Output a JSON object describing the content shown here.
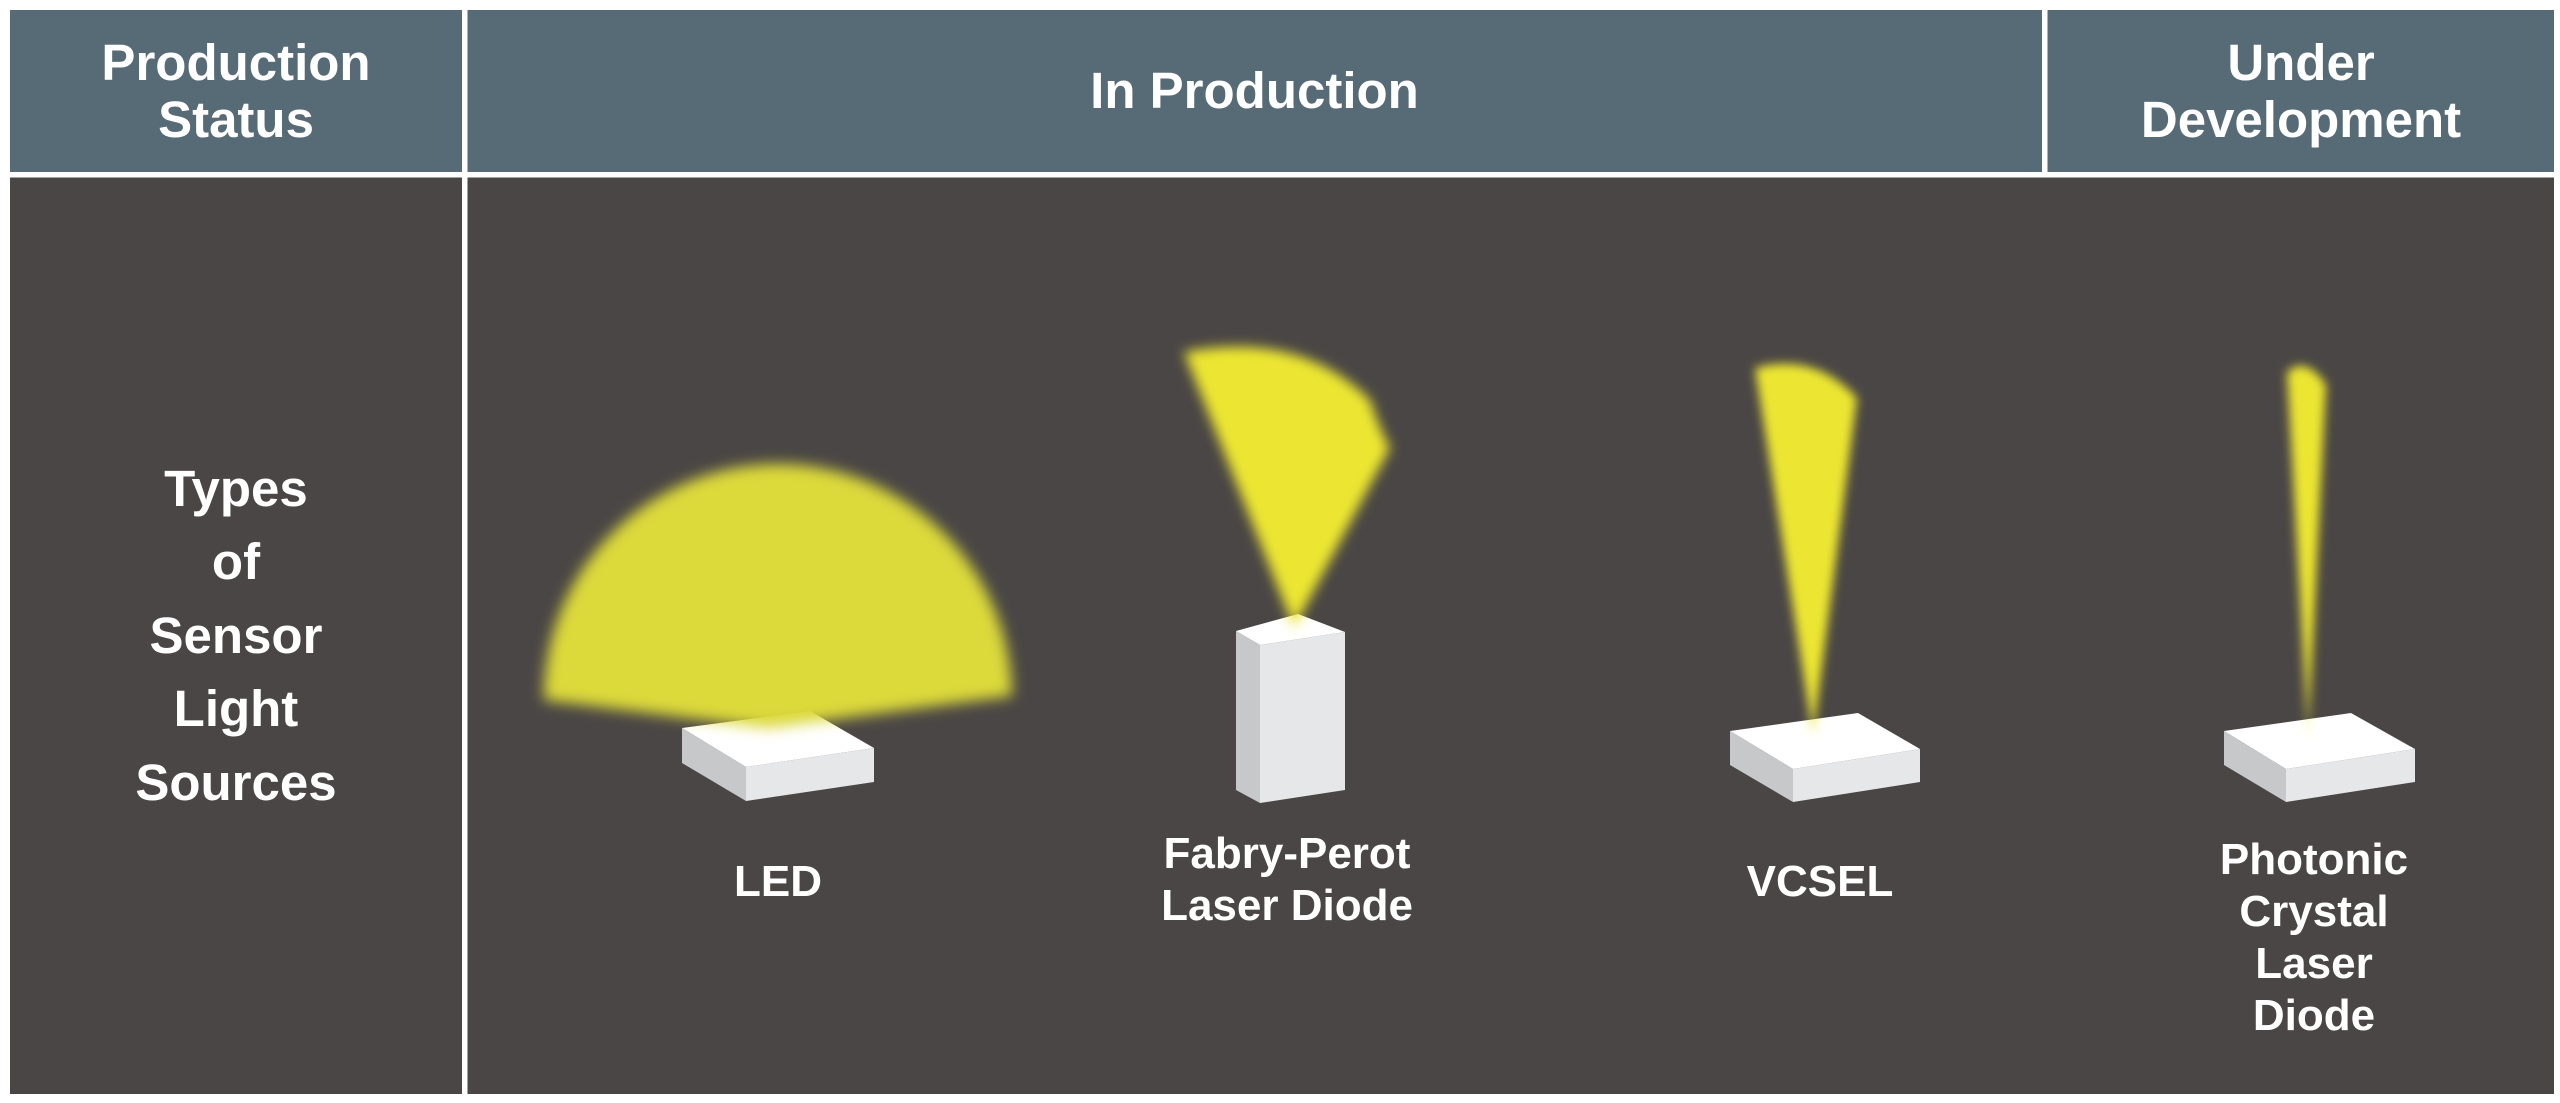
{
  "table": {
    "header": {
      "status": "Production\nStatus",
      "in_production": "In Production",
      "under_development": "Under\nDevelopment"
    },
    "row_label": "Types\nof\nSensor\nLight\nSources"
  },
  "sources": [
    {
      "id": "led",
      "label": "LED",
      "icon": "chip-flat",
      "beam": "wide-fan"
    },
    {
      "id": "fabry-perot",
      "label": "Fabry-Perot\nLaser Diode",
      "icon": "chip-tall",
      "beam": "medium-fan-tilted"
    },
    {
      "id": "vcsel",
      "label": "VCSEL",
      "icon": "chip-flat",
      "beam": "narrow-cone"
    },
    {
      "id": "pcsel",
      "label": "Photonic Crystal\nLaser Diode",
      "icon": "chip-flat",
      "beam": "very-narrow-beam"
    }
  ],
  "colors": {
    "header_bg": "#566b76",
    "body_bg": "#4a4645",
    "grid_line": "#ffffff",
    "beam": "#ece633",
    "beam_led": "#dcd93a",
    "chip_top": "#ffffff",
    "chip_side": "#c7c8ca",
    "chip_front": "#e6e7e8"
  }
}
